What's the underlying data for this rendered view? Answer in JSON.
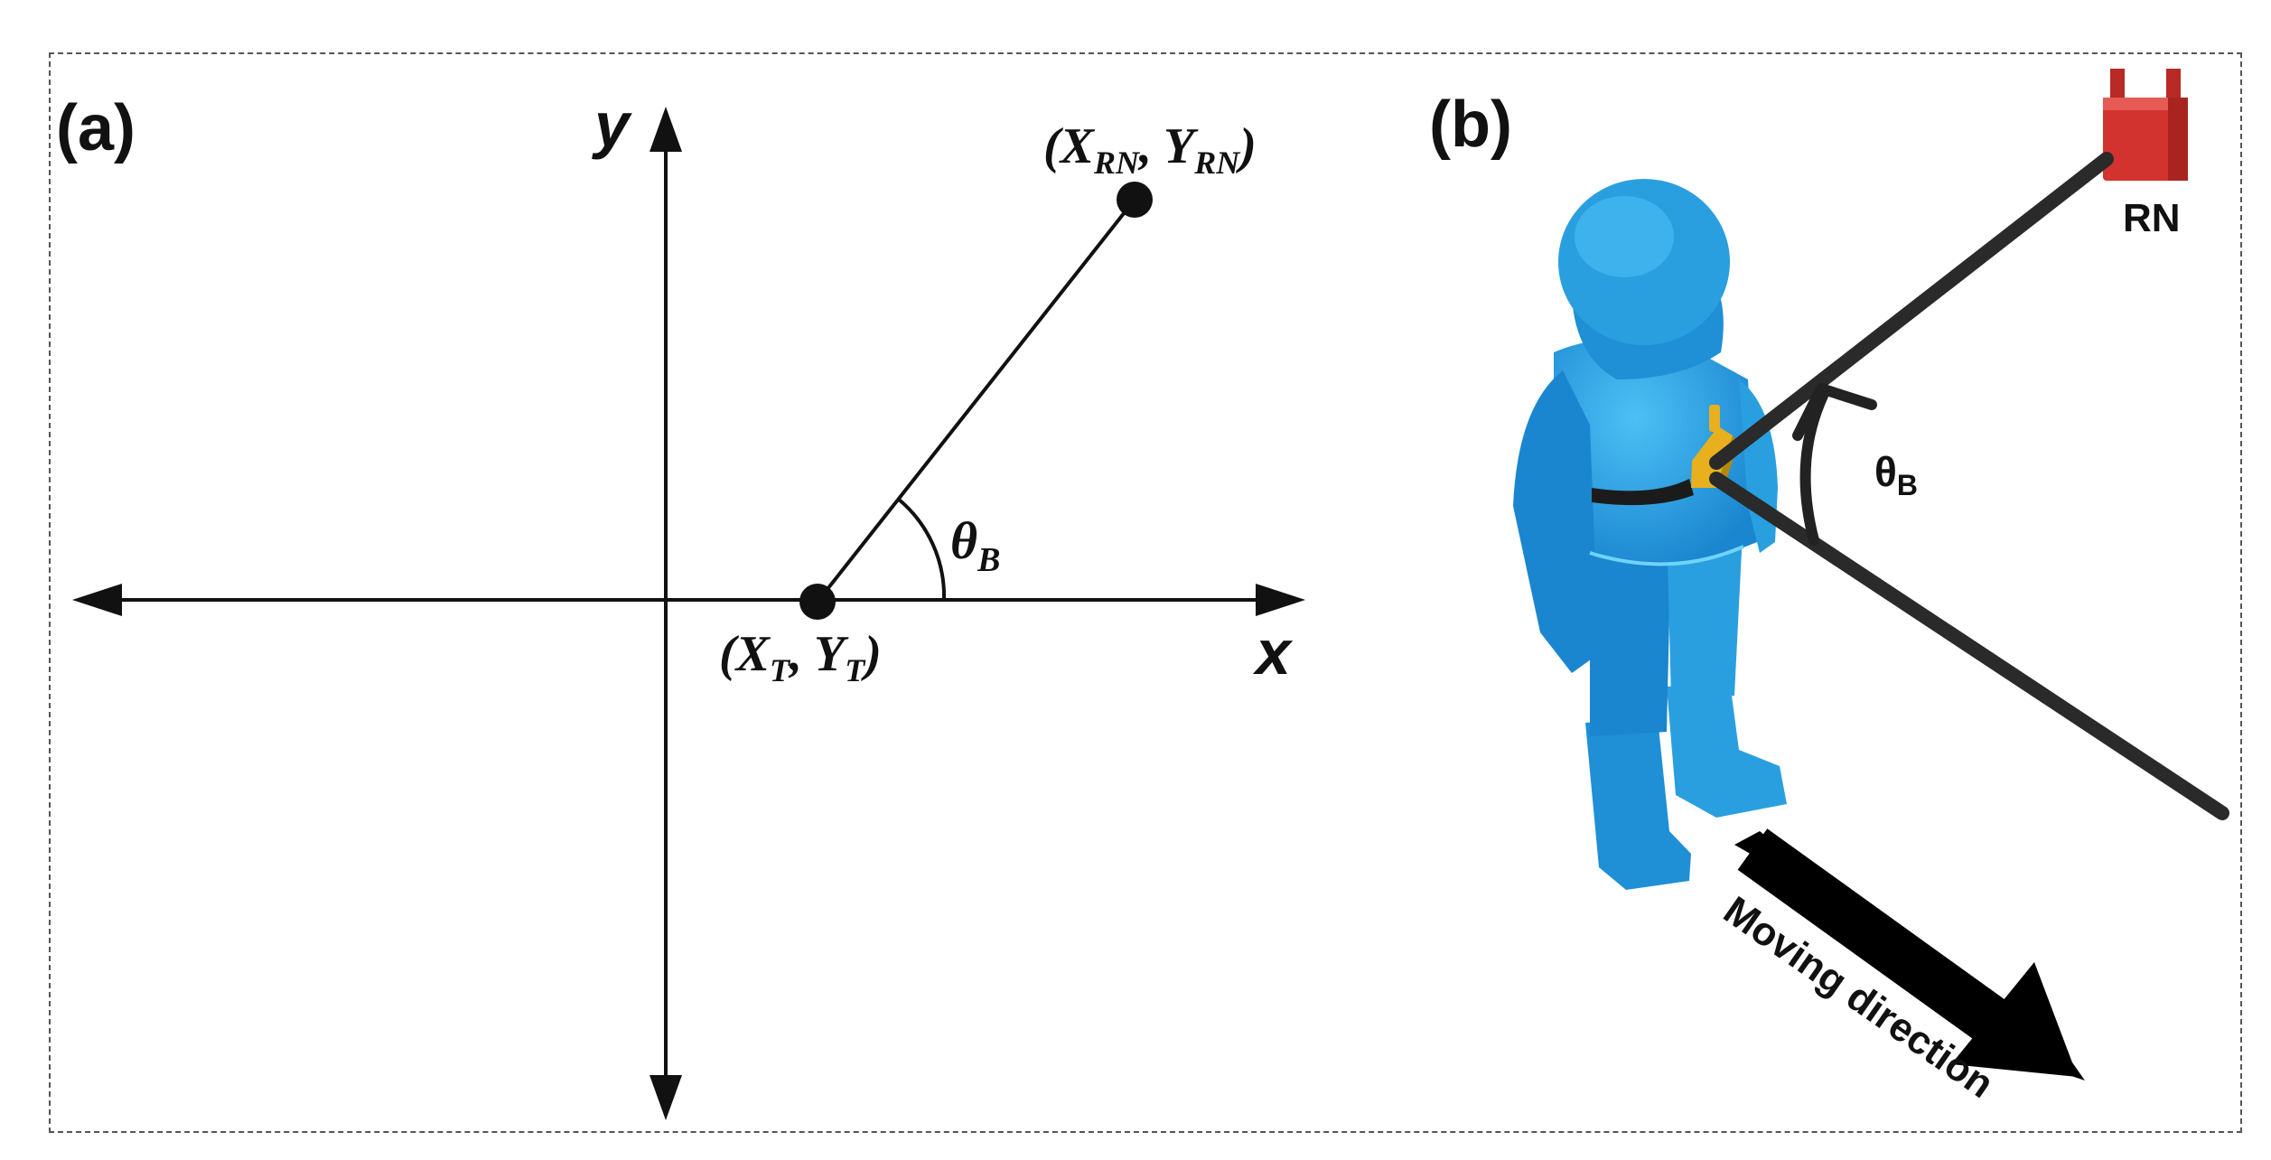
{
  "panel_a": {
    "label": "(a)",
    "x_axis_label": "x",
    "y_axis_label": "y",
    "tag_point": {
      "prefix": "(X",
      "sub1": "T",
      "mid": ", Y",
      "sub2": "T",
      "suffix": ")"
    },
    "rn_point": {
      "prefix": "(X",
      "sub1": "RN",
      "mid": ", Y",
      "sub2": "RN",
      "suffix": ")"
    },
    "angle": {
      "symbol": "θ",
      "sub": "B"
    }
  },
  "panel_b": {
    "label": "(b)",
    "rn_label": "RN",
    "angle": {
      "symbol": "θ",
      "sub": "B"
    },
    "moving_direction": "Moving direction"
  },
  "colors": {
    "person": "#2a9fe0",
    "person_shade": "#1778b8",
    "tag": "#e8b01e",
    "rn_device": "#d2332e",
    "line": "#111111"
  }
}
